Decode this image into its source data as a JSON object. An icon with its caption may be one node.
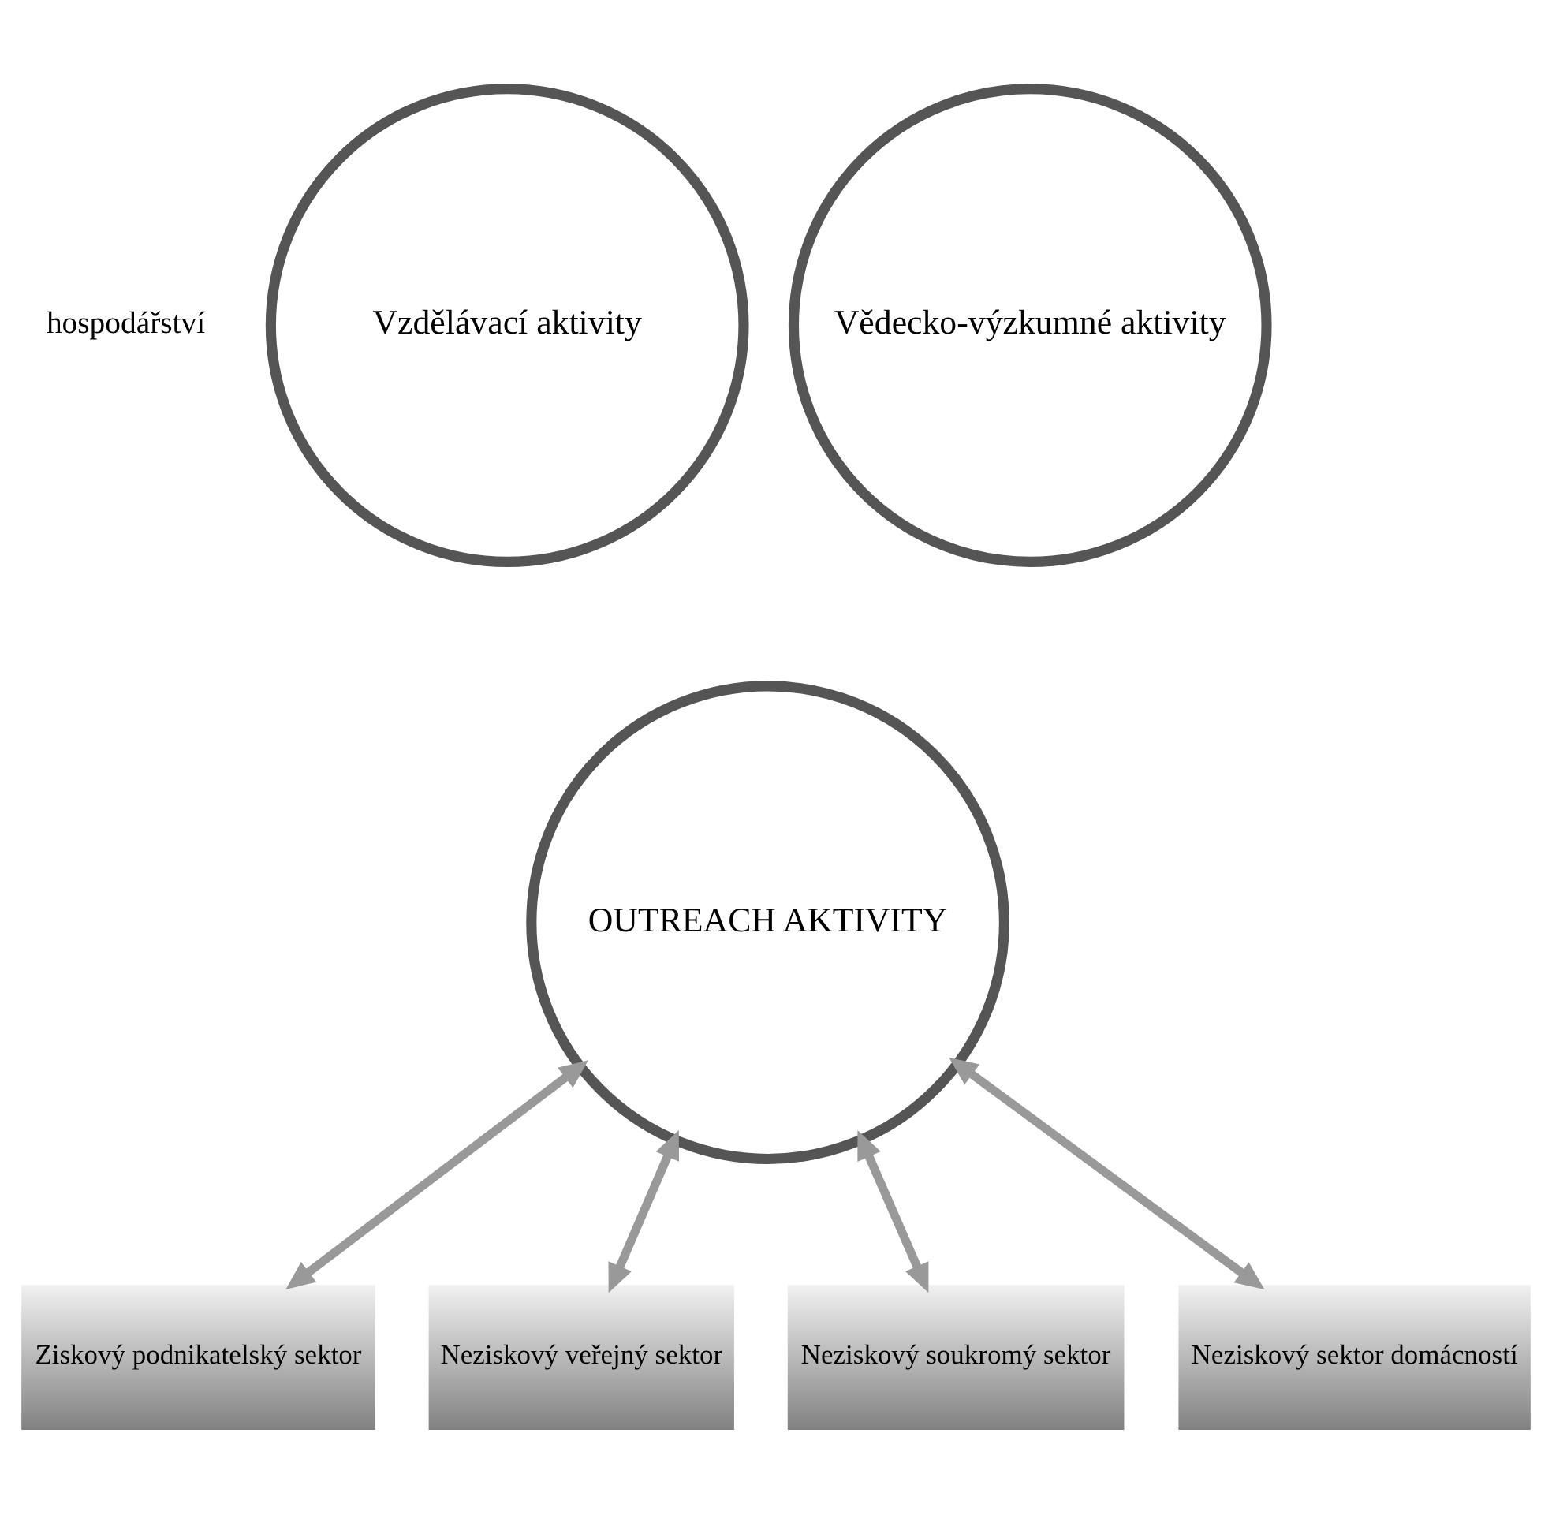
{
  "diagram": {
    "nodes": [
      {
        "text": [
          "Vzdělávací aktivity"
        ]
      },
      {
        "text": [
          "Vědecko-výzkumné aktivity"
        ]
      },
      {
        "text": [
          "OUTREACH AKTIVITY"
        ]
      },
      {
        "text": [
          "Ziskový podnikatelský sektor"
        ]
      },
      {
        "text": [
          "Neziskový veřejný sektor"
        ]
      },
      {
        "text": [
          "Neziskový soukromý sektor"
        ]
      },
      {
        "text": [
          "Neziskový sektor domácností"
        ]
      }
    ],
    "edges": [
      {
        "from": 2,
        "to": 3,
        "arrow": "both"
      },
      {
        "from": 2,
        "to": 4,
        "arrow": "both"
      },
      {
        "from": 2,
        "to": 5,
        "arrow": "both"
      },
      {
        "from": 2,
        "to": 6,
        "arrow": "both"
      }
    ],
    "labels": [
      "hospodářství"
    ]
  }
}
